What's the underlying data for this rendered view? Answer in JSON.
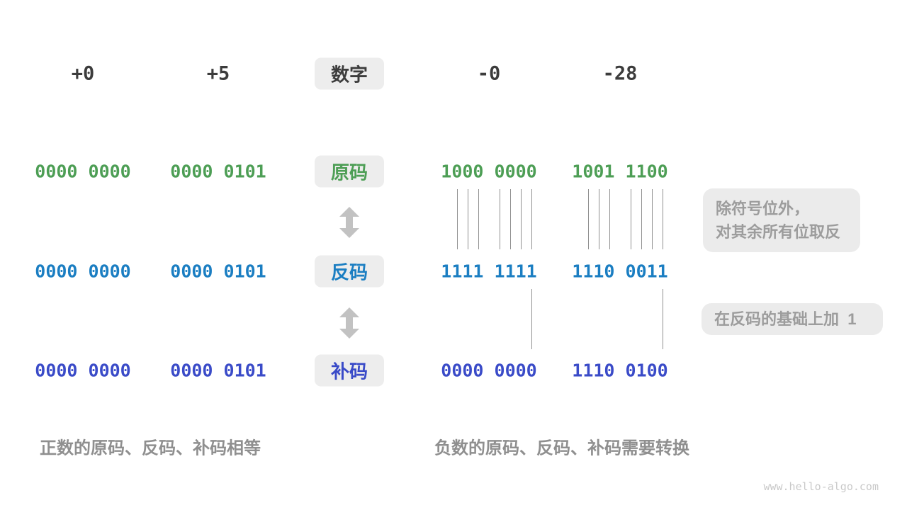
{
  "title_row": {
    "positive_numbers": [
      "+0",
      "+5"
    ],
    "label": "数字",
    "negative_numbers": [
      "-0",
      "-28"
    ]
  },
  "rows": [
    {
      "name": "sign-magnitude",
      "label": "原码",
      "color": "#4D9E55",
      "values": [
        "0000 0000",
        "0000 0101",
        "1000 0000",
        "1001 1100"
      ]
    },
    {
      "name": "ones-complement",
      "label": "反码",
      "color": "#1B7EC2",
      "values": [
        "0000 0000",
        "0000 0101",
        "1111 1111",
        "1110 0011"
      ]
    },
    {
      "name": "twos-complement",
      "label": "补码",
      "color": "#3A4BC8",
      "values": [
        "0000 0000",
        "0000 0101",
        "0000 0000",
        "1110 0100"
      ]
    }
  ],
  "notes": {
    "invert_line1": "除符号位外，",
    "invert_line2": "对其余所有位取反",
    "add_one": "在反码的基础上加  1"
  },
  "captions": {
    "positive": "正数的原码、反码、补码相等",
    "negative": "负数的原码、反码、补码需要转换"
  },
  "watermark": "www.hello-algo.com",
  "colors": {
    "sign_magnitude_green": "#4D9E55",
    "ones_complement_blue": "#1B7EC2",
    "twos_complement_indigo": "#3A4BC8",
    "text_dark": "#3C3C3C",
    "label_box_bg": "#EDEDED",
    "note_text_gray": "#9C9C9C",
    "caption_gray": "#8F8F8F",
    "tick_line_gray": "#909090",
    "arrow_gray": "#C2C2C2"
  }
}
